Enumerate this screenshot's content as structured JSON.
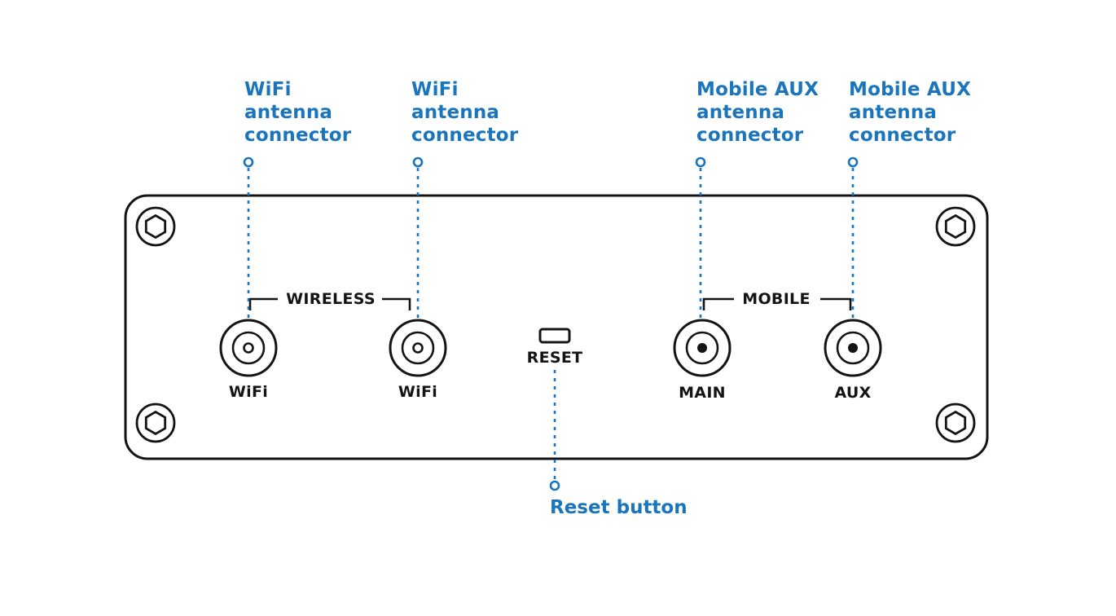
{
  "colors": {
    "accent_blue": "#1b75bc",
    "line_ink": "#141414",
    "background": "#ffffff"
  },
  "callouts": {
    "wifi_antenna_1": {
      "lines": [
        "WiFi",
        "antenna",
        "connector"
      ]
    },
    "wifi_antenna_2": {
      "lines": [
        "WiFi",
        "antenna",
        "connector"
      ]
    },
    "mobile_aux_1": {
      "lines": [
        "Mobile AUX",
        "antenna",
        "connector"
      ]
    },
    "mobile_aux_2": {
      "lines": [
        "Mobile AUX",
        "antenna",
        "connector"
      ]
    },
    "reset": {
      "label": "Reset button"
    }
  },
  "panel": {
    "groups": {
      "wireless": "WIRELESS",
      "mobile": "MOBILE"
    },
    "connectors": {
      "wifi_1": "WiFi",
      "wifi_2": "WiFi",
      "mobile_main": "MAIN",
      "mobile_aux": "AUX"
    },
    "reset_label": "RESET"
  }
}
